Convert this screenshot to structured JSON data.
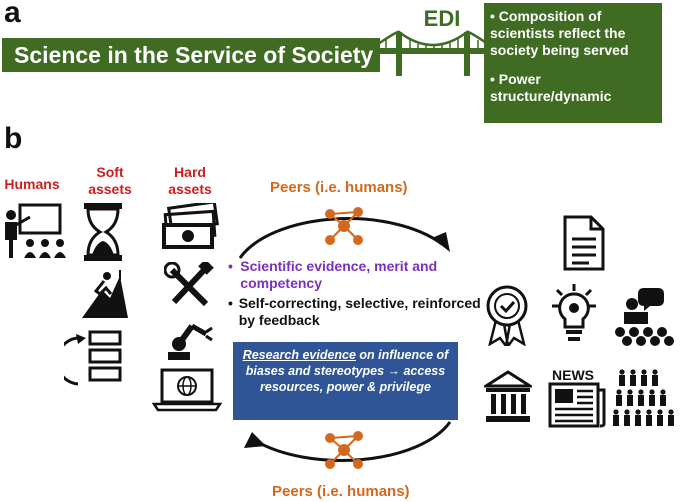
{
  "panel_a": {
    "letter": "a",
    "banner_text": "Science in the Service of Society",
    "bridge_label": "EDI",
    "box_lines": [
      "• Composition of",
      "scientists reflect the",
      "society being served",
      "• Power",
      "structure/dynamic"
    ]
  },
  "panel_b": {
    "letter": "b",
    "headers": {
      "humans": "Humans",
      "soft_assets": "Soft\nassets",
      "hard_assets": "Hard\nassets"
    },
    "peers_top": "Peers (i.e. humans)",
    "peers_bottom": "Peers (i.e. humans)",
    "bullet_1": "Scientific evidence, merit and competency",
    "bullet_2": "Self-correcting, selective, reinforced by feedback",
    "evidence_box": {
      "underlined": "Research evidence",
      "rest": " on influence of biases and stereotypes → access resources, power & privilege"
    },
    "news_label": "NEWS"
  },
  "colors": {
    "green": "#3f6b22",
    "red": "#cc1f1f",
    "orange": "#d2691e",
    "purple": "#7b2fbf",
    "blue": "#2f5597"
  },
  "icons": [
    "teacher-icon",
    "hourglass-icon",
    "climber-icon",
    "cycle-list-icon",
    "money-icon",
    "tools-icon",
    "robot-arm-icon",
    "laptop-globe-icon",
    "network-icon",
    "document-icon",
    "award-icon",
    "lightbulb-gear-icon",
    "speaker-audience-icon",
    "bank-icon",
    "newspaper-icon",
    "crowd-icon"
  ]
}
